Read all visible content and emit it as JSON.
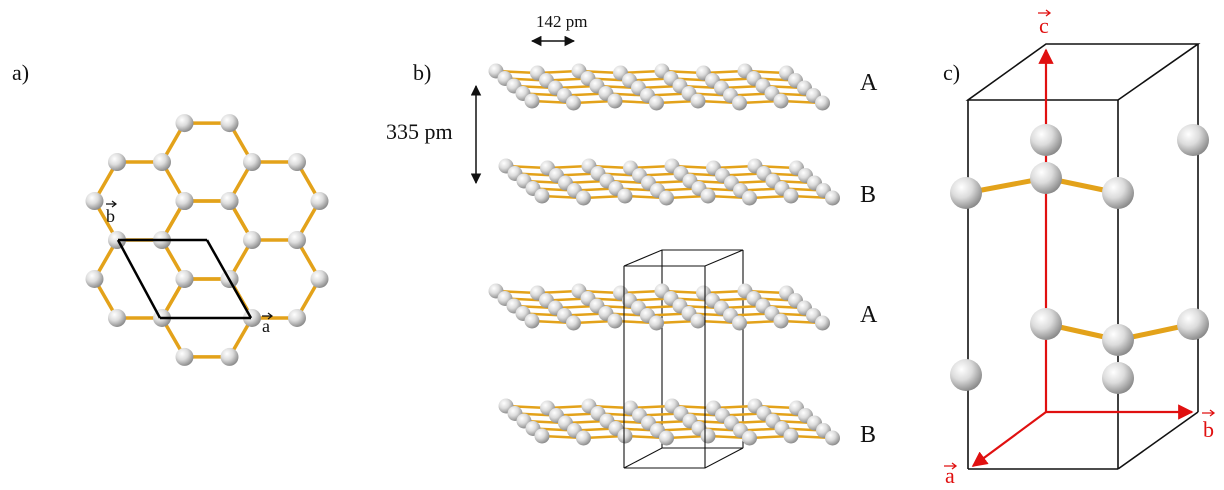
{
  "panels": {
    "a": {
      "label": "a)",
      "vector_a": "a",
      "vector_b": "b"
    },
    "b": {
      "label": "b)",
      "bond_length": "142 pm",
      "interlayer_distance": "335 pm",
      "stacking": [
        "A",
        "B",
        "A",
        "B"
      ]
    },
    "c": {
      "label": "c)",
      "axis_a": "a",
      "axis_b": "b",
      "axis_c": "c"
    }
  },
  "colors": {
    "bond": "#e3a21a",
    "atom_light": "#f4f4f4",
    "atom_dark": "#8c8c8c",
    "cell_line": "#111111",
    "axis": "#e01010"
  }
}
